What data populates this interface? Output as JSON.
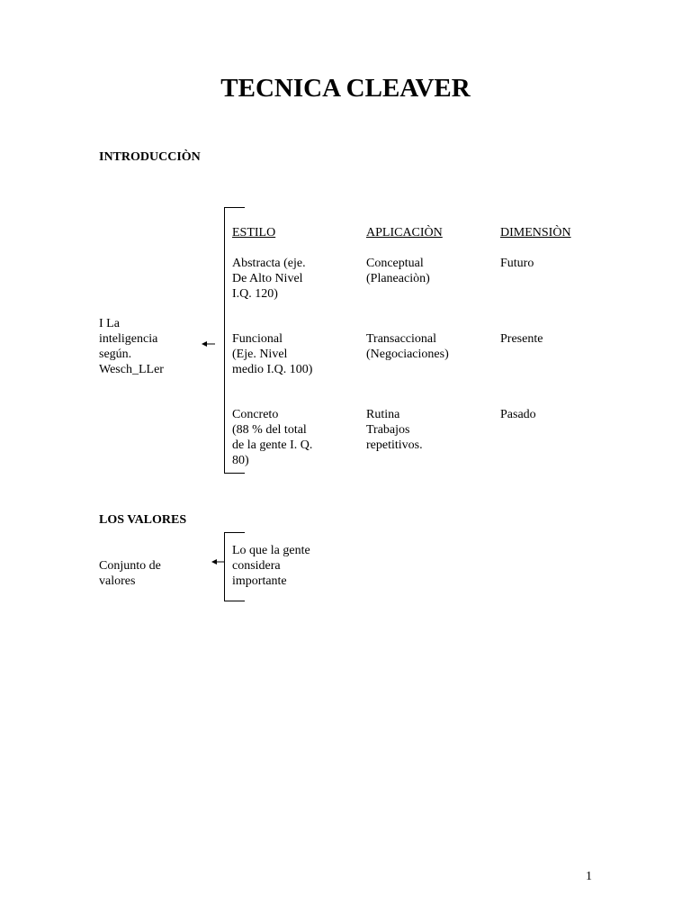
{
  "title": "TECNICA CLEAVER",
  "sections": {
    "intro": {
      "heading": "INTRODUCCIÒN",
      "left_label": [
        "I      La",
        "inteligencia",
        "según.",
        "Wesch_LLer"
      ],
      "headers": [
        "ESTILO",
        "APLICACIÒN",
        "DIMENSIÒN"
      ],
      "rows": [
        {
          "estilo": [
            "Abstracta (eje.",
            "De Alto Nivel",
            "I.Q. 120)"
          ],
          "aplicacion": [
            "Conceptual",
            "(Planeaciòn)"
          ],
          "dimension": [
            "Futuro"
          ]
        },
        {
          "estilo": [
            "Funcional",
            "(Eje. Nivel",
            "medio I.Q.  100)"
          ],
          "aplicacion": [
            "Transaccional",
            "(Negociaciones)"
          ],
          "dimension": [
            "Presente"
          ]
        },
        {
          "estilo": [
            "Concreto",
            "(88 % del total",
            "de la gente I. Q.",
            "80)"
          ],
          "aplicacion": [
            "Rutina",
            "Trabajos",
            "repetitivos."
          ],
          "dimension": [
            "Pasado"
          ]
        }
      ]
    },
    "valores": {
      "heading": "LOS VALORES",
      "left_label": [
        "Conjunto de",
        "valores"
      ],
      "right_text": [
        "Lo que la gente",
        "considera",
        "importante"
      ]
    }
  },
  "page_number": "1"
}
